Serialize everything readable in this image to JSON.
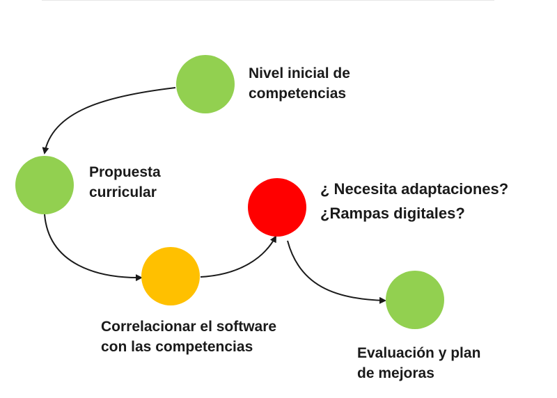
{
  "nodes": [
    {
      "id": "nivel",
      "lines": [
        "Nivel inicial de",
        "competencias"
      ],
      "color": "#92d050"
    },
    {
      "id": "propuesta",
      "lines": [
        "Propuesta",
        "curricular"
      ],
      "color": "#92d050"
    },
    {
      "id": "correlacionar",
      "lines": [
        "Correlacionar el software",
        "con las competencias"
      ],
      "color": "#ffc000"
    },
    {
      "id": "adaptaciones",
      "lines": [
        "¿ Necesita adaptaciones?",
        "¿Rampas digitales?"
      ],
      "color": "#ff0000"
    },
    {
      "id": "evaluacion",
      "lines": [
        "Evaluación y plan",
        "de mejoras"
      ],
      "color": "#92d050"
    }
  ],
  "colors": {
    "arrow": "#1a1a1a"
  }
}
